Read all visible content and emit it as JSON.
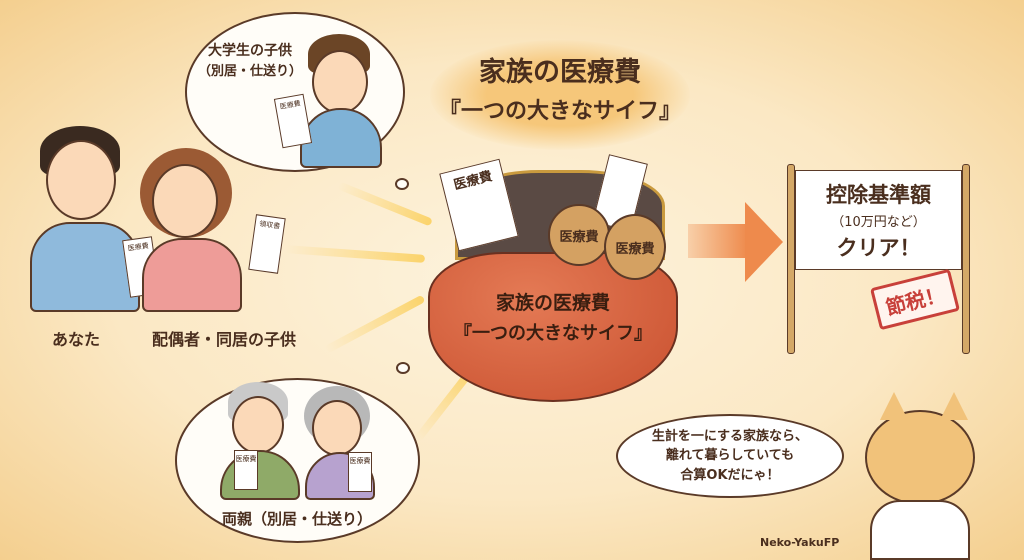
{
  "title": {
    "line1": "家族の医療費",
    "line2": "『一つの大きなサイフ』"
  },
  "student": {
    "label": "大学生の子供",
    "sub": "（別居・仕送り）",
    "receipt": "医療費"
  },
  "you": {
    "label": "あなた",
    "receipt": "医療費"
  },
  "spouse": {
    "label": "配偶者・同居の子供",
    "receipt": "領収書"
  },
  "parents": {
    "label": "両親（別居・仕送り）",
    "receipt1": "医療費",
    "receipt2": "医療費"
  },
  "wallet": {
    "line1": "家族の医療費",
    "line2": "『一つの大きなサイフ』",
    "doc": "医療費",
    "bag1": "医療費",
    "bag2": "医療費"
  },
  "sign": {
    "line1": "控除基準額",
    "line2": "（10万円など）",
    "line3": "クリア！",
    "stamp": "節税！"
  },
  "cat": {
    "speech": [
      "生計を一にする家族なら、",
      "離れて暮らしていても",
      "合算OKだにゃ！"
    ],
    "credit": "Neko-YakuFP"
  },
  "colors": {
    "wallet": "#d9603e",
    "arrow": "#ee8a4c",
    "stamp": "#c8403a",
    "title_bg": "#f4c77a"
  }
}
